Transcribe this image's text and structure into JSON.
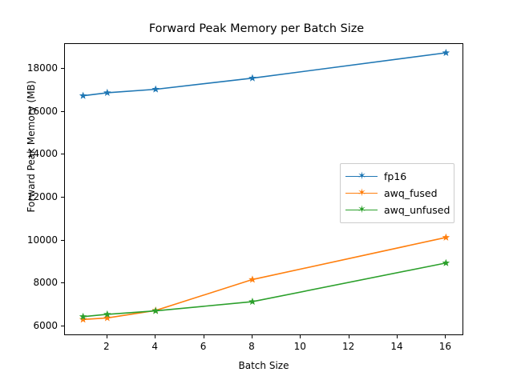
{
  "chart_data": {
    "type": "line",
    "title": "Forward Peak Memory per Batch Size",
    "xlabel": "Batch Size",
    "ylabel": "Forward Peak Memory (MB)",
    "x": [
      1,
      2,
      4,
      8,
      16
    ],
    "xlim": [
      0.25,
      16.75
    ],
    "ylim": [
      5550,
      19150
    ],
    "xticks": [
      2,
      4,
      6,
      8,
      10,
      12,
      14,
      16
    ],
    "xtick_labels": [
      "2",
      "4",
      "6",
      "8",
      "10",
      "12",
      "14",
      "16"
    ],
    "yticks": [
      6000,
      8000,
      10000,
      12000,
      14000,
      16000,
      18000
    ],
    "ytick_labels": [
      "6000",
      "8000",
      "10000",
      "12000",
      "14000",
      "16000",
      "18000"
    ],
    "grid": false,
    "legend_position": "center right",
    "marker": "star",
    "series": [
      {
        "name": "fp16",
        "color": "#1f77b4",
        "values": [
          16740,
          16880,
          17040,
          17560,
          18740
        ]
      },
      {
        "name": "awq_fused",
        "color": "#ff7f0e",
        "values": [
          6320,
          6390,
          6740,
          8180,
          10140
        ]
      },
      {
        "name": "awq_unfused",
        "color": "#2ca02c",
        "values": [
          6450,
          6560,
          6720,
          7150,
          8950
        ]
      }
    ]
  },
  "legend": {
    "entries": [
      {
        "label": "fp16",
        "marker": "✶"
      },
      {
        "label": "awq_fused",
        "marker": "✶"
      },
      {
        "label": "awq_unfused",
        "marker": "✶"
      }
    ]
  }
}
